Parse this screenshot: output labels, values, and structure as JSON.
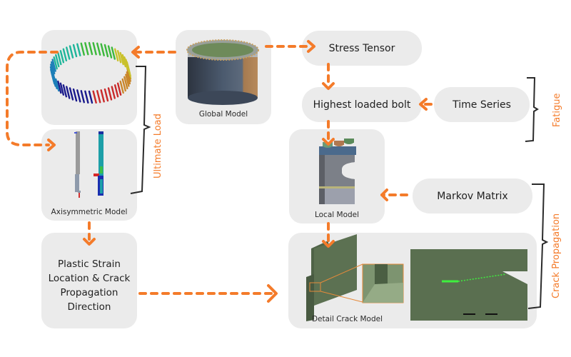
{
  "colors": {
    "accent": "#f47b2a",
    "box": "#ebebeb",
    "bracket": "#2b2b2b"
  },
  "nodes": {
    "bolt_ring": {
      "caption": ""
    },
    "axisymmetric": {
      "caption": "Axisymmetric Model"
    },
    "global": {
      "caption": "Global Model"
    },
    "stress_tensor": {
      "label": "Stress Tensor"
    },
    "highest_bolt": {
      "label": "Highest loaded bolt"
    },
    "time_series": {
      "label": "Time Series"
    },
    "local": {
      "caption": "Local Model"
    },
    "markov": {
      "label": "Markov Matrix"
    },
    "plastic": {
      "label": "Plastic Strain\nLocation & Crack\nPropagation\nDirection"
    },
    "detail_crack": {
      "caption": "Detail Crack Model"
    }
  },
  "groups": {
    "ultimate_load": "Ultimate Load",
    "fatigue": "Fatigue",
    "crack_propagation": "Crack Propagation"
  }
}
